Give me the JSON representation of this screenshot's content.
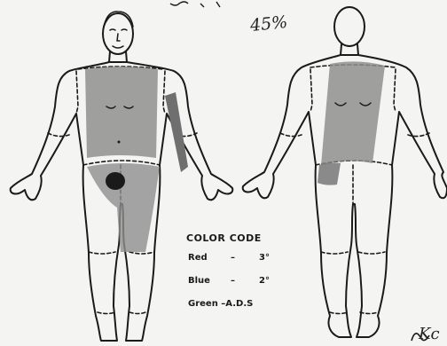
{
  "chart": {
    "percentage_note": "45%",
    "legend": {
      "title": "COLOR CODE",
      "entries": [
        {
          "color": "Red",
          "separator": "–",
          "degree": "3°"
        },
        {
          "color": "Blue",
          "separator": "–",
          "degree": "2°"
        },
        {
          "label": "Green –A.D.S"
        }
      ]
    },
    "corner_mark": "Kc"
  },
  "colors": {
    "outline": "#1a1a1a",
    "shading": "#8f8f8f",
    "shading_dark": "#6f6f6f",
    "paper": "#f4f4f2"
  }
}
